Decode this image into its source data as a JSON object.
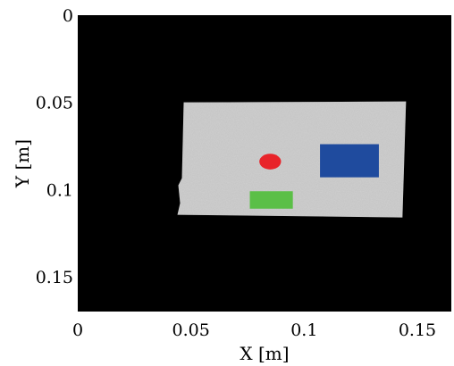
{
  "chart_data": {
    "type": "heatmap",
    "title": "",
    "xlabel": "X [m]",
    "ylabel": "Y [m]",
    "xlim": [
      0,
      0.165
    ],
    "ylim": [
      0.17,
      0
    ],
    "x_ticks": [
      0,
      0.05,
      0.1,
      0.15
    ],
    "x_tick_labels": [
      "0",
      "0.05",
      "0.1",
      "0.15"
    ],
    "y_ticks": [
      0,
      0.05,
      0.1,
      0.15
    ],
    "y_tick_labels": [
      "0",
      "0.05",
      "0.1",
      "0.15"
    ],
    "grid": false,
    "background_color": "#000000",
    "phantom": {
      "shape": "rectangle",
      "color": "#d2d2d2",
      "x": [
        0.046,
        0.145
      ],
      "y": [
        0.05,
        0.115
      ]
    },
    "markers": [
      {
        "label": "red circle",
        "shape": "ellipse",
        "color": "#e8242a",
        "cx": 0.085,
        "cy": 0.084,
        "rx": 0.0048,
        "ry": 0.0045
      },
      {
        "label": "blue rectangle",
        "shape": "rect",
        "color": "#1f4b9e",
        "x": [
          0.107,
          0.133
        ],
        "y": [
          0.074,
          0.093
        ]
      },
      {
        "label": "green rectangle",
        "shape": "rect",
        "color": "#5bbf47",
        "x": [
          0.076,
          0.095
        ],
        "y": [
          0.101,
          0.111
        ]
      }
    ]
  }
}
